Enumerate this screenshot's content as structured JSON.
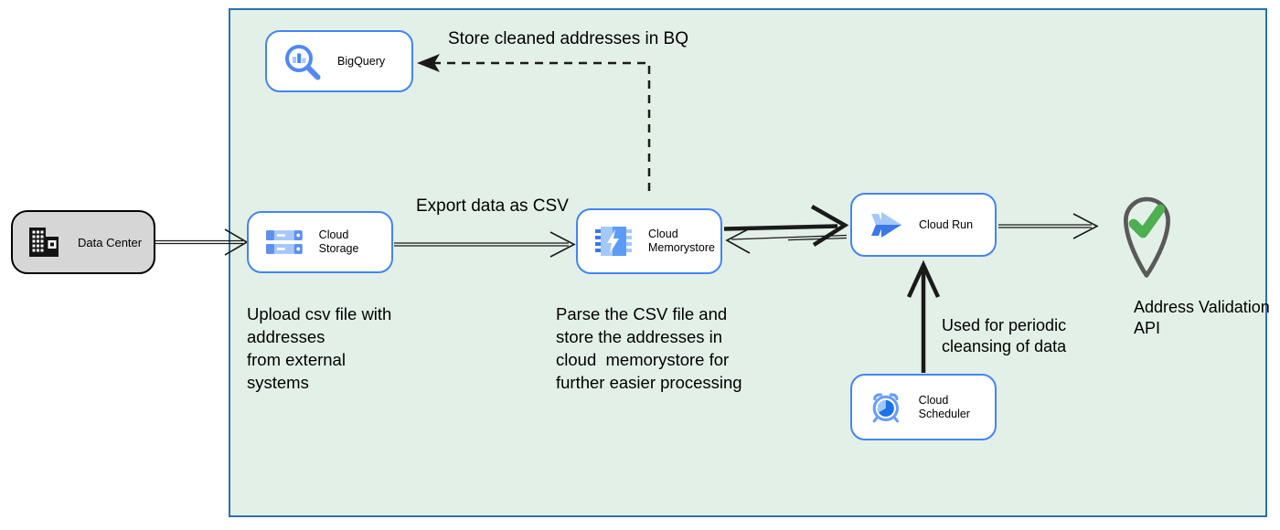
{
  "diagram": {
    "type": "cloud-architecture-flow",
    "colors": {
      "boundary_fill": "#e3f0e8",
      "boundary_border": "#2b70b3",
      "node_border_blue": "#4285f4",
      "datacenter_fill": "#d6d6d6",
      "icon_blue_dark": "#3b78e7",
      "icon_blue_mid": "#5c9cf6",
      "icon_blue_light": "#a5c8fa",
      "scheduler_inner_blue": "#1a73e8",
      "check_green": "#4caf50",
      "pin_gray": "#595959",
      "edge_black": "#1a1a1a"
    },
    "nodes": {
      "data_center": {
        "label": "Data Center",
        "icon": "building-icon"
      },
      "cloud_storage": {
        "label": "Cloud Storage",
        "icon": "cloud-storage-icon"
      },
      "bigquery": {
        "label": "BigQuery",
        "icon": "bigquery-magnifier-icon"
      },
      "cloud_memorystore": {
        "label": "Cloud\nMemorystore",
        "icon": "memorystore-chip-icon"
      },
      "cloud_run": {
        "label": "Cloud Run",
        "icon": "cloud-run-arrow-icon"
      },
      "cloud_scheduler": {
        "label": "Cloud Scheduler",
        "icon": "alarm-clock-icon"
      },
      "address_validation": {
        "label": "Address Validation\nAPI",
        "icon": "map-pin-check-icon"
      }
    },
    "annotations": {
      "store_bq": "Store cleaned addresses in BQ",
      "export_csv": "Export data as CSV",
      "upload_note": "Upload csv file with\naddresses\nfrom external\nsystems",
      "parse_note": "Parse the CSV file and\nstore the addresses in\ncloud  memorystore for\nfurther easier processing",
      "scheduler_note": "Used for periodic\ncleansing of data"
    }
  }
}
